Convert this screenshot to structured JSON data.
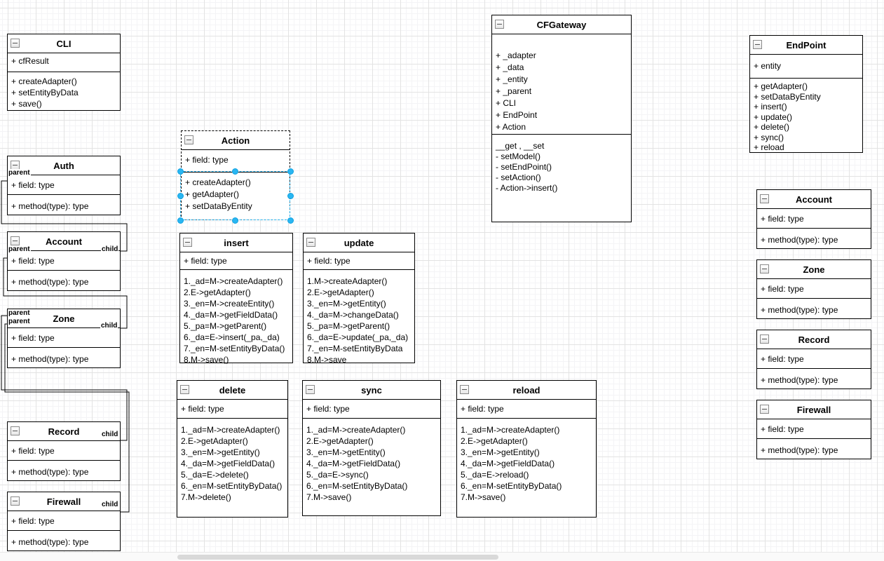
{
  "diagram": {
    "selected_class": "action",
    "accent_color": "#29b6f2",
    "classes": [
      {
        "id": "cli",
        "name": "CLI",
        "fields": [
          "+ cfResult"
        ],
        "methods": [
          "+ createAdapter()",
          "+ setEntityByData",
          "+ save()"
        ]
      },
      {
        "id": "auth",
        "name": "Auth",
        "fields": [
          "+ field: type"
        ],
        "methods": [
          "+ method(type): type"
        ]
      },
      {
        "id": "account-left",
        "name": "Account",
        "fields": [
          "+ field: type"
        ],
        "methods": [
          "+ method(type): type"
        ]
      },
      {
        "id": "zone-left",
        "name": "Zone",
        "fields": [
          "+ field: type"
        ],
        "methods": [
          "+ method(type): type"
        ]
      },
      {
        "id": "record-left",
        "name": "Record",
        "fields": [
          "+ field: type"
        ],
        "methods": [
          "+ method(type): type"
        ]
      },
      {
        "id": "firewall-left",
        "name": "Firewall",
        "fields": [
          "+ field: type"
        ],
        "methods": [
          "+ method(type): type"
        ]
      },
      {
        "id": "action",
        "name": "Action",
        "fields": [
          "+ field: type"
        ],
        "methods": [
          "+ createAdapter()",
          "+ getAdapter()",
          "+ setDataByEntity"
        ]
      },
      {
        "id": "insert",
        "name": "insert",
        "fields": [
          "+ field: type"
        ],
        "methods": [
          "1._ad=M->createAdapter()",
          "2.E->getAdapter()",
          "3._en=M->createEntity()",
          "4._da=M->getFieldData()",
          "5._pa=M->getParent()",
          "6._da=E->insert(_pa,_da)",
          "7._en=M-setEntityByData()",
          "8.M->save()"
        ]
      },
      {
        "id": "update",
        "name": "update",
        "fields": [
          "+ field: type"
        ],
        "methods": [
          "1.M->createAdapter()",
          "2.E->getAdapter()",
          "3._en=M->getEntity()",
          "4._da=M->changeData()",
          "5._pa=M->getParent()",
          "6._da=E->update(_pa,_da)",
          "7._en=M-setEntityByData",
          "8.M->save"
        ]
      },
      {
        "id": "delete",
        "name": "delete",
        "fields": [
          "+ field: type"
        ],
        "methods": [
          "1._ad=M->createAdapter()",
          "2.E->getAdapter()",
          "3._en=M->getEntity()",
          "4._da=M->getFieldData()",
          "5._da=E->delete()",
          "6._en=M-setEntityByData()",
          "7.M->delete()"
        ]
      },
      {
        "id": "sync",
        "name": "sync",
        "fields": [
          "+ field: type"
        ],
        "methods": [
          "1._ad=M->createAdapter()",
          "2.E->getAdapter()",
          "3._en=M->getEntity()",
          "4._da=M->getFieldData()",
          "5._da=E->sync()",
          "6._en=M-setEntityByData()",
          "7.M->save()"
        ]
      },
      {
        "id": "reload",
        "name": "reload",
        "fields": [
          "+ field: type"
        ],
        "methods": [
          "1._ad=M->createAdapter()",
          "2.E->getAdapter()",
          "3._en=M->getEntity()",
          "4._da=M->getFieldData()",
          "5._da=E->reload()",
          "6._en=M-setEntityByData()",
          "7.M->save()"
        ]
      },
      {
        "id": "cfgateway",
        "name": "CFGateway",
        "fields": [
          "+ _adapter",
          "+ _data",
          "+ _entity",
          "+ _parent",
          "+ CLI",
          "+ EndPoint",
          "+ Action"
        ],
        "methods": [
          "__get , __set",
          "- setModel()",
          "- setEndPoint()",
          "- setAction()",
          "- Action->insert()"
        ]
      },
      {
        "id": "endpoint",
        "name": "EndPoint",
        "fields": [
          "+  entity"
        ],
        "methods": [
          "+ getAdapter()",
          "+ setDataByEntity",
          "+ insert()",
          "+ update()",
          "+ delete()",
          "+ sync()",
          "+ reload"
        ]
      },
      {
        "id": "account-right",
        "name": "Account",
        "fields": [
          "+ field: type"
        ],
        "methods": [
          "+ method(type): type"
        ]
      },
      {
        "id": "zone-right",
        "name": "Zone",
        "fields": [
          "+ field: type"
        ],
        "methods": [
          "+ method(type): type"
        ]
      },
      {
        "id": "record-right",
        "name": "Record",
        "fields": [
          "+ field: type"
        ],
        "methods": [
          "+ method(type): type"
        ]
      },
      {
        "id": "firewall-right",
        "name": "Firewall",
        "fields": [
          "+ field: type"
        ],
        "methods": [
          "+ method(type): type"
        ]
      }
    ],
    "edge_labels": [
      {
        "id": "auth-parent",
        "text": "parent"
      },
      {
        "id": "account-parent",
        "text": "parent"
      },
      {
        "id": "account-child",
        "text": "child"
      },
      {
        "id": "zone-parent-1",
        "text": "parent"
      },
      {
        "id": "zone-parent-2",
        "text": "parent"
      },
      {
        "id": "zone-child",
        "text": "child"
      },
      {
        "id": "record-child",
        "text": "child"
      },
      {
        "id": "firewall-child",
        "text": "child"
      }
    ]
  }
}
